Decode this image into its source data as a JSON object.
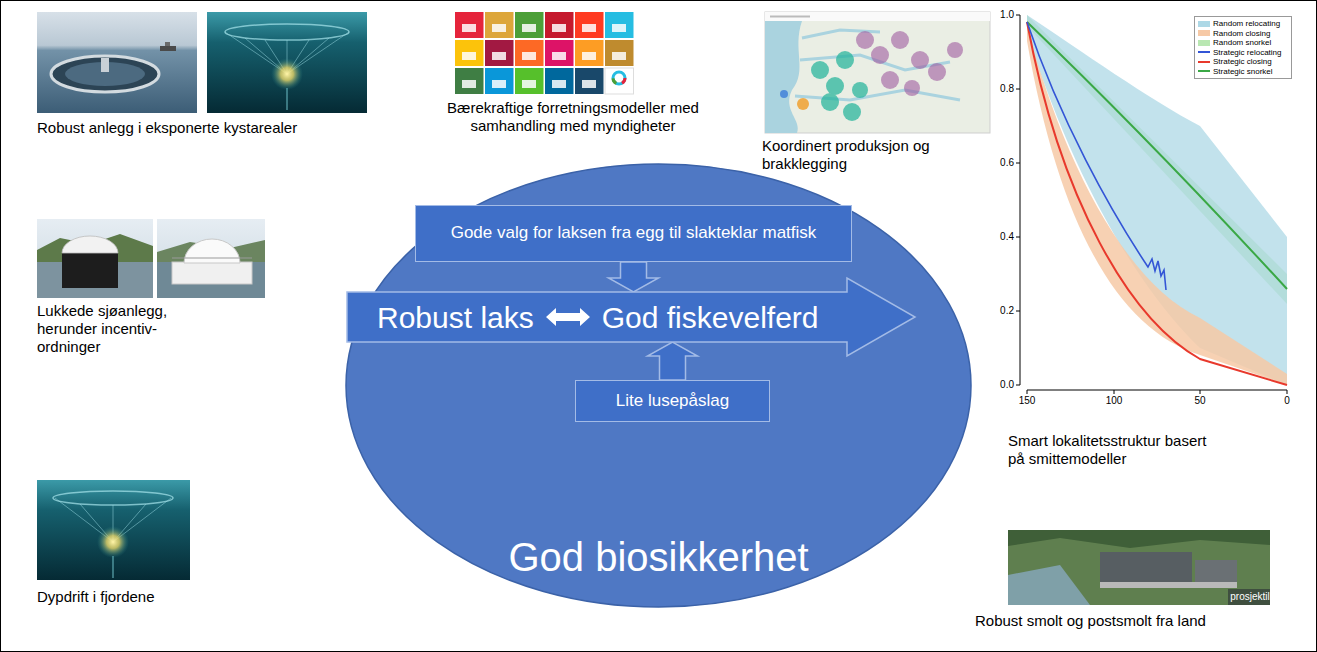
{
  "diagram": {
    "nodes": [
      {
        "text": [
          "God biosikkerhet"
        ]
      },
      {
        "text": [
          "Gode valg for laksen fra egg til slakteklar matfisk"
        ],
        "in": 0
      },
      {
        "text": [
          "Robust laks",
          "God fiskevelferd"
        ],
        "in": 0
      },
      {
        "text": [
          "Lite lusepåslag"
        ],
        "in": 0
      }
    ],
    "edges": [
      {
        "from": 1,
        "to": 2,
        "arrow": "to"
      },
      {
        "from": 3,
        "to": 2,
        "arrow": "to"
      }
    ],
    "labels": [
      "Robust anlegg i eksponerte kystarealer",
      "Bærekraftige forretningsmodeller med samhandling med myndigheter",
      "Koordinert produksjon og brakklegging",
      "Lukkede sjøanlegg, herunder incentiv-ordninger",
      "Smart lokalitetsstruktur basert på smittemodeller",
      "Dypdrift i fjordene",
      "Robust smolt og postsmolt fra land",
      "prosjektil",
      "1.0",
      "0.8",
      "0.6",
      "0.4",
      "0.2",
      "0.0",
      "150",
      "100",
      "50",
      "0"
    ],
    "legend": [
      {
        "text": "Random relocating",
        "color": "#add8e6"
      },
      {
        "text": "Random closing",
        "color": "#f6c9a6"
      },
      {
        "text": "Random snorkel",
        "color": "#b9e7b2"
      },
      {
        "text": "Strategic relocating"
      },
      {
        "text": "Strategic closing"
      },
      {
        "text": "Strategic snorkel"
      }
    ]
  }
}
